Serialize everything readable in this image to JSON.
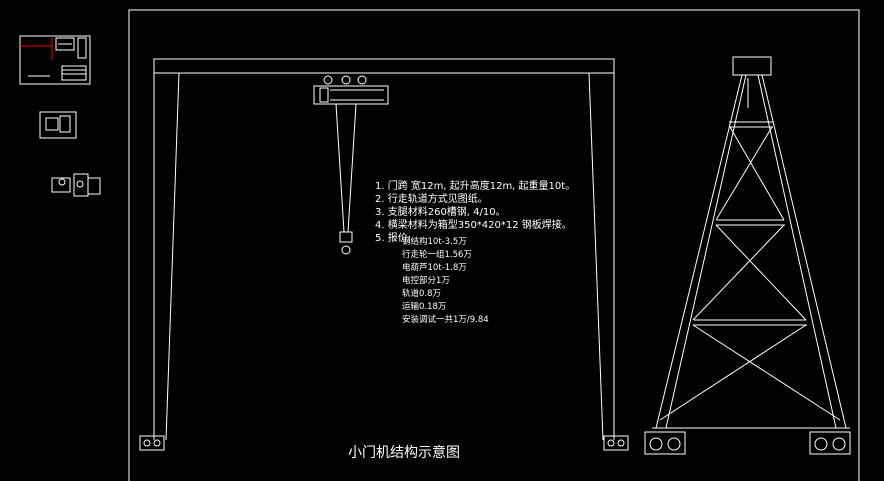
{
  "drawing": {
    "title": "小门机结构示意图",
    "notes": [
      "1. 门跨 宽12m, 起升高度12m, 起重量10t。",
      "2. 行走轨道方式见图纸。",
      "3. 支腿材料260槽钢, 4/10。",
      "4. 横梁材料为箱型350*420*12 钢板焊接。",
      "5. 报价:"
    ],
    "price_lines": [
      "钢结构10t-3.5万",
      "行走轮一组1.56万",
      "电葫芦10t-1.8万",
      "电控部分1万",
      "轨道0.8万",
      "运输0.18万",
      "安装调试一共1万/9.84"
    ]
  }
}
